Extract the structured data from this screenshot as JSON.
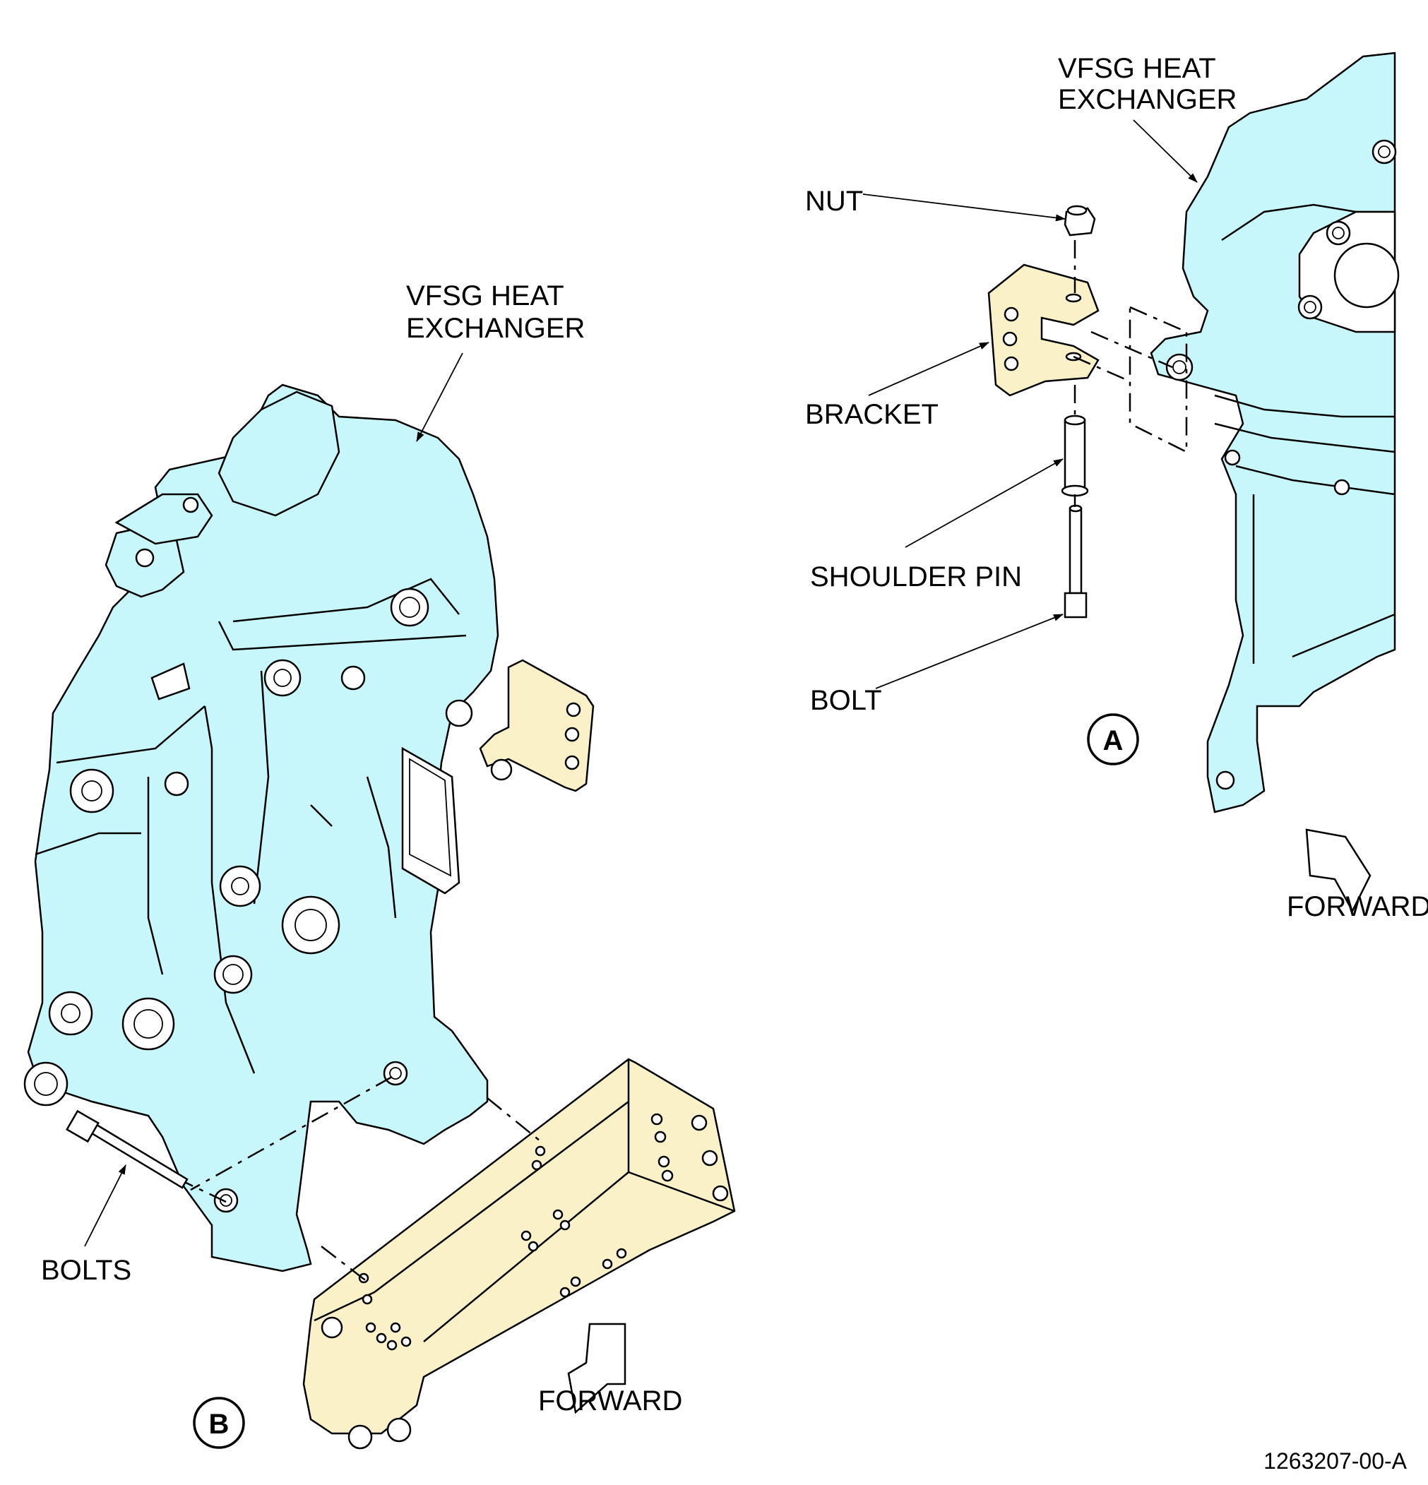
{
  "colors": {
    "heat_exchanger": "#c8f7fb",
    "bracket_parts": "#fbf1c8",
    "line": "#000000"
  },
  "view_a": {
    "heat_exchanger_label_line1": "VFSG HEAT",
    "heat_exchanger_label_line2": "EXCHANGER",
    "nut_label": "NUT",
    "bracket_label": "BRACKET",
    "shoulder_pin_label": "SHOULDER PIN",
    "bolt_label": "BOLT",
    "view_marker": "A",
    "forward_label": "FORWARD"
  },
  "view_b": {
    "heat_exchanger_label_line1": "VFSG HEAT",
    "heat_exchanger_label_line2": "EXCHANGER",
    "bolts_label": "BOLTS",
    "view_marker": "B",
    "forward_label": "FORWARD"
  },
  "figure_id": "1263207-00-A"
}
